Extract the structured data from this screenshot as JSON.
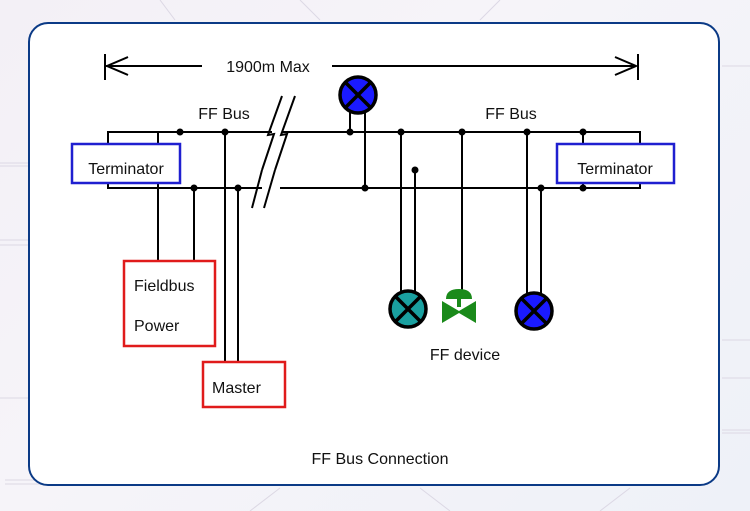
{
  "diagram": {
    "caption": "FF Bus Connection",
    "span_label": "1900m Max",
    "bus_labels": [
      "FF Bus",
      "FF Bus"
    ],
    "terminators": [
      {
        "label": "Terminator",
        "side": "left"
      },
      {
        "label": "Terminator",
        "side": "right"
      }
    ],
    "power_supply": {
      "line1": "Fieldbus",
      "line2": "Power"
    },
    "master": {
      "label": "Master"
    },
    "device_label": "FF device",
    "devices": [
      {
        "type": "indicator-lamp",
        "color": "#1a1aff",
        "position": "top"
      },
      {
        "type": "indicator-lamp",
        "color": "#1aa0a0",
        "position": "bottom"
      },
      {
        "type": "valve",
        "color": "#1a8a1a",
        "position": "bottom"
      },
      {
        "type": "indicator-lamp",
        "color": "#1a1aff",
        "position": "bottom"
      }
    ],
    "colors": {
      "card_border": "#0b3a86",
      "terminator_border": "#1f1fd0",
      "power_border": "#e01b1b",
      "wire": "#000000"
    }
  }
}
